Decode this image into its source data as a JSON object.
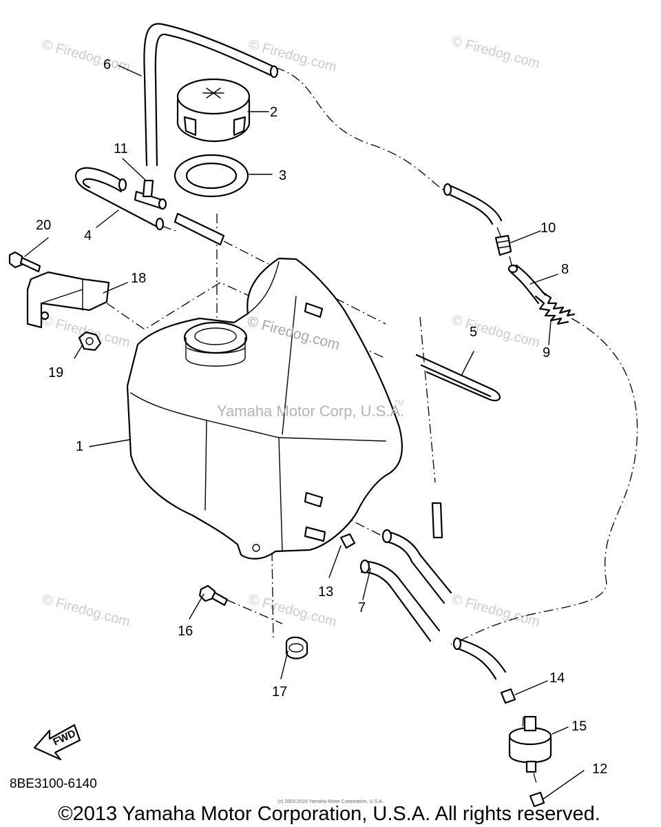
{
  "diagram": {
    "part_numbers": [
      "1",
      "2",
      "3",
      "4",
      "5",
      "6",
      "7",
      "8",
      "9",
      "10",
      "11",
      "12",
      "13",
      "14",
      "15",
      "16",
      "17",
      "18",
      "19",
      "20"
    ],
    "drawing_code": "8BE3100-6140",
    "direction_label": "FWD",
    "brand_mark": "Yamaha Motor Corp, U.S.A.",
    "trademark": "TM",
    "center_watermark": "© Firedog.com",
    "watermark": "© Firedog.com",
    "copyright": "©2013 Yamaha Motor Corporation, U.S.A. All rights reserved.",
    "fine_print": "(c) 2005-2015 Yamaha Motor Corporation, U.S.A."
  }
}
